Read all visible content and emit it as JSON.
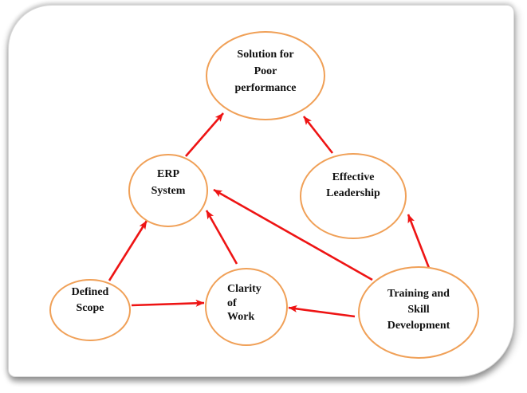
{
  "figure": {
    "description": "Concept diagram: factors leading to solution for poor performance",
    "background": "#ffffff"
  },
  "colors": {
    "node-stroke": "#f0a057",
    "arrow": "#ee1414",
    "text": "#111111",
    "card-border": "#d8d8d8"
  },
  "diagram": {
    "nodes": [
      {
        "id": "solution",
        "label": "Solution for Poor performance",
        "lines": [
          "Solution for",
          "Poor",
          "performance"
        ]
      },
      {
        "id": "erp-system",
        "label": "ERP System",
        "lines": [
          "ERP",
          "System"
        ]
      },
      {
        "id": "effective-leadership",
        "label": "Effective Leadership",
        "lines": [
          "Effective",
          "Leadership"
        ]
      },
      {
        "id": "defined-scope",
        "label": "Defined Scope",
        "lines": [
          "Defined",
          "Scope"
        ]
      },
      {
        "id": "clarity-of-work",
        "label": "Clarity of Work",
        "lines": [
          "Clarity",
          "of",
          "Work"
        ]
      },
      {
        "id": "training-skill-development",
        "label": "Training and Skill Development",
        "lines": [
          "Training and",
          "Skill",
          "Development"
        ]
      }
    ],
    "edges": [
      {
        "from": "ERP System",
        "to": "Solution for Poor performance"
      },
      {
        "from": "Effective Leadership",
        "to": "Solution for Poor performance"
      },
      {
        "from": "Defined Scope",
        "to": "ERP System"
      },
      {
        "from": "Defined Scope",
        "to": "Clarity of Work"
      },
      {
        "from": "Clarity of Work",
        "to": "ERP System"
      },
      {
        "from": "Training and Skill Development",
        "to": "ERP System"
      },
      {
        "from": "Training and Skill Development",
        "to": "Effective Leadership"
      },
      {
        "from": "Training and Skill Development",
        "to": "Clarity of Work"
      }
    ]
  }
}
